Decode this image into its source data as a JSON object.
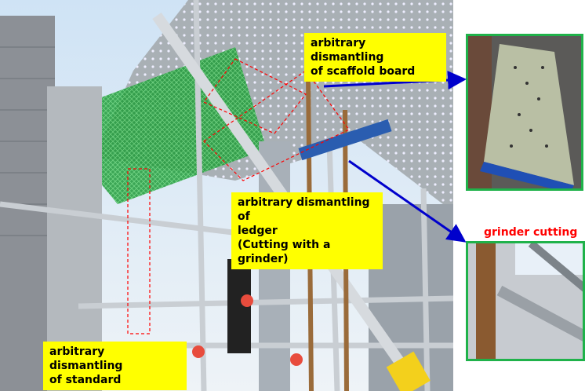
{
  "labels": {
    "scaffold_board": [
      "arbitrary dismantling",
      "of scaffold board"
    ],
    "ledger": [
      "arbitrary dismantling of",
      "ledger",
      "(Cutting with a grinder)"
    ],
    "standard": [
      "arbitrary dismantling",
      "of standard"
    ]
  },
  "inset_caption": "grinder cutting",
  "colors": {
    "label_bg": "#ffff00",
    "arrow": "#0000cc",
    "frame": "#1fb24a",
    "caption": "#ff0000",
    "dashed": "#ff0000"
  }
}
